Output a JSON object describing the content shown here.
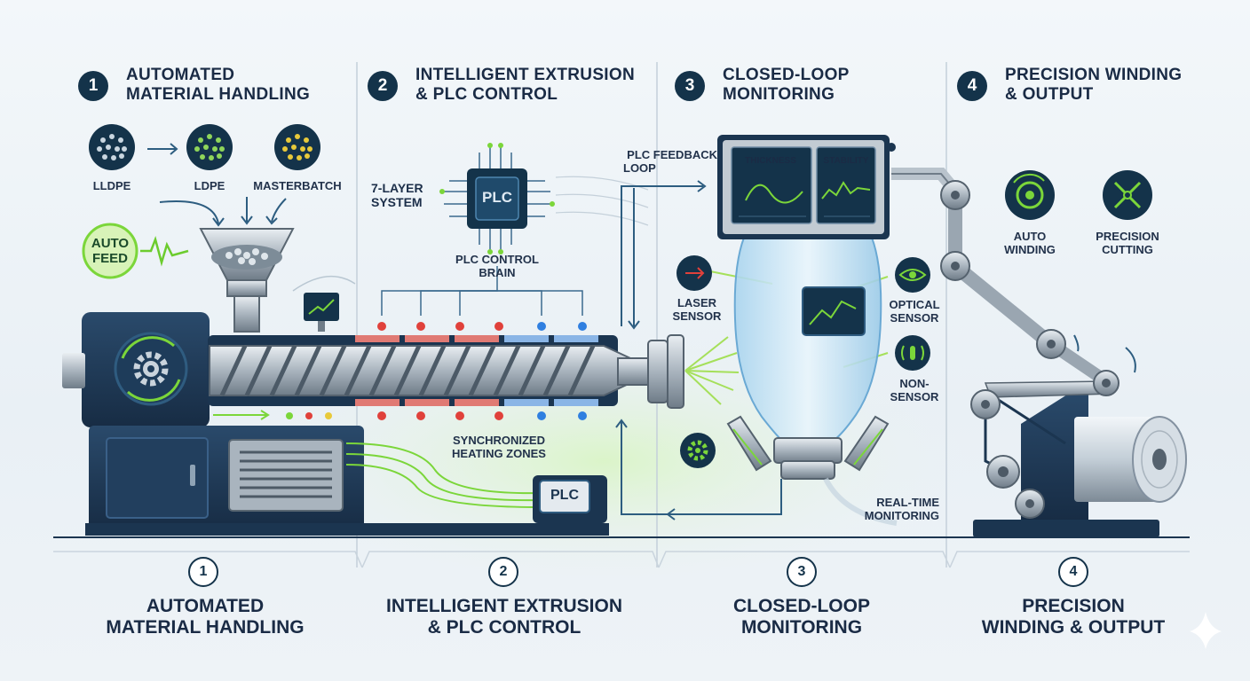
{
  "stages": [
    {
      "num": "1",
      "title_1": "AUTOMATED",
      "title_2": "MATERIAL HANDLING"
    },
    {
      "num": "2",
      "title_1": "INTELLIGENT EXTRUSION",
      "title_2": "& PLC CONTROL"
    },
    {
      "num": "3",
      "title_1": "CLOSED-LOOP",
      "title_2": "MONITORING"
    },
    {
      "num": "4",
      "title_1": "PRECISION WINDING",
      "title_2": "& OUTPUT"
    }
  ],
  "footer": [
    {
      "num": "1",
      "line_1": "AUTOMATED",
      "line_2": "MATERIAL HANDLING"
    },
    {
      "num": "2",
      "line_1": "INTELLIGENT EXTRUSION",
      "line_2": "& PLC CONTROL"
    },
    {
      "num": "3",
      "line_1": "CLOSED-LOOP",
      "line_2": "MONITORING"
    },
    {
      "num": "4",
      "line_1": "PRECISION",
      "line_2": "WINDING & OUTPUT"
    }
  ],
  "materials": [
    "LLDPE",
    "LDPE",
    "MASTERBATCH"
  ],
  "auto_feed": {
    "line_1": "AUTO",
    "line_2": "FEED"
  },
  "extrusion": {
    "seven_layer_1": "7-LAYER",
    "seven_layer_2": "SYSTEM",
    "plc_chip": "PLC",
    "plc_brain_1": "PLC CONTROL",
    "plc_brain_2": "BRAIN",
    "heating_1": "SYNCHRONIZED",
    "heating_2": "HEATING ZONES",
    "plc_box": "PLC"
  },
  "monitoring": {
    "feedback_1": "PLC FEEDBACK",
    "feedback_2": "LOOP",
    "thickness": "THICKNESS",
    "stability": "STABILITY",
    "laser_1": "LASER",
    "laser_2": "SENSOR",
    "optical_1": "OPTICAL",
    "optical_2": "SENSOR",
    "non_1": "NON-",
    "non_2": "SENSOR",
    "realtime_1": "REAL-TIME",
    "realtime_2": "MONITORING"
  },
  "winding": {
    "auto_1": "AUTO",
    "auto_2": "WINDING",
    "cut_1": "PRECISION",
    "cut_2": "CUTTING"
  },
  "colors": {
    "navy": "#1b3550",
    "teal": "#1d6a73",
    "green_accent": "#7bd63a",
    "heat_red": "#e0413b",
    "heat_blue": "#2f7fe0",
    "steel": "#b9c3cc"
  }
}
